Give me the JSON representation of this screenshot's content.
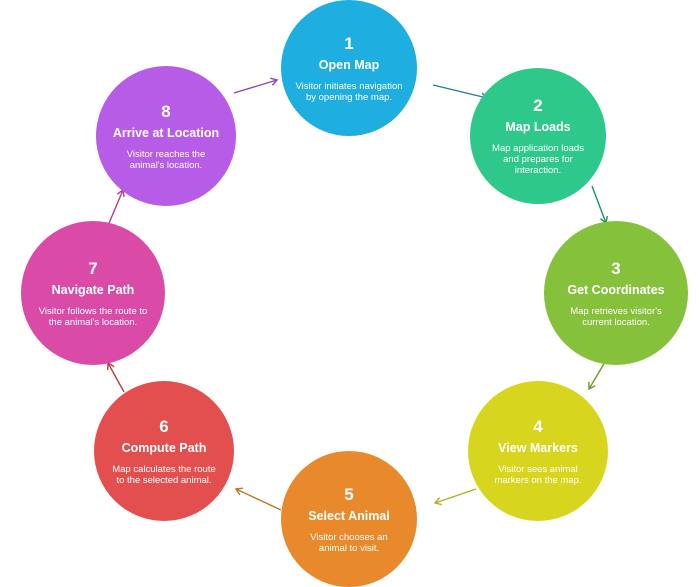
{
  "steps": [
    {
      "number": "1",
      "title": "Open Map",
      "description": "Visitor initiates navigation by opening the map.",
      "color": "#1eaee0"
    },
    {
      "number": "2",
      "title": "Map Loads",
      "description": "Map application loads and prepares for interaction.",
      "color": "#2ec98a"
    },
    {
      "number": "3",
      "title": "Get Coordinates",
      "description": "Map retrieves visitor's current location.",
      "color": "#86c13c"
    },
    {
      "number": "4",
      "title": "View Markers",
      "description": "Visitor sees animal markers on the map.",
      "color": "#d8d51e"
    },
    {
      "number": "5",
      "title": "Select Animal",
      "description": "Visitor chooses an animal to visit.",
      "color": "#e88a2c"
    },
    {
      "number": "6",
      "title": "Compute Path",
      "description": "Map calculates the route to the selected animal.",
      "color": "#e34f4f"
    },
    {
      "number": "7",
      "title": "Navigate Path",
      "description": "Visitor follows the route to the animal's location.",
      "color": "#d94ba6"
    },
    {
      "number": "8",
      "title": "Arrive at Location",
      "description": "Visitor reaches the animal's location.",
      "color": "#b65ce6"
    }
  ],
  "arrow_colors": [
    "#1f7ea3",
    "#1e8f62",
    "#6a9a2a",
    "#b3b01a",
    "#c07223",
    "#bd3d3d",
    "#b23d88",
    "#8e45bd"
  ]
}
